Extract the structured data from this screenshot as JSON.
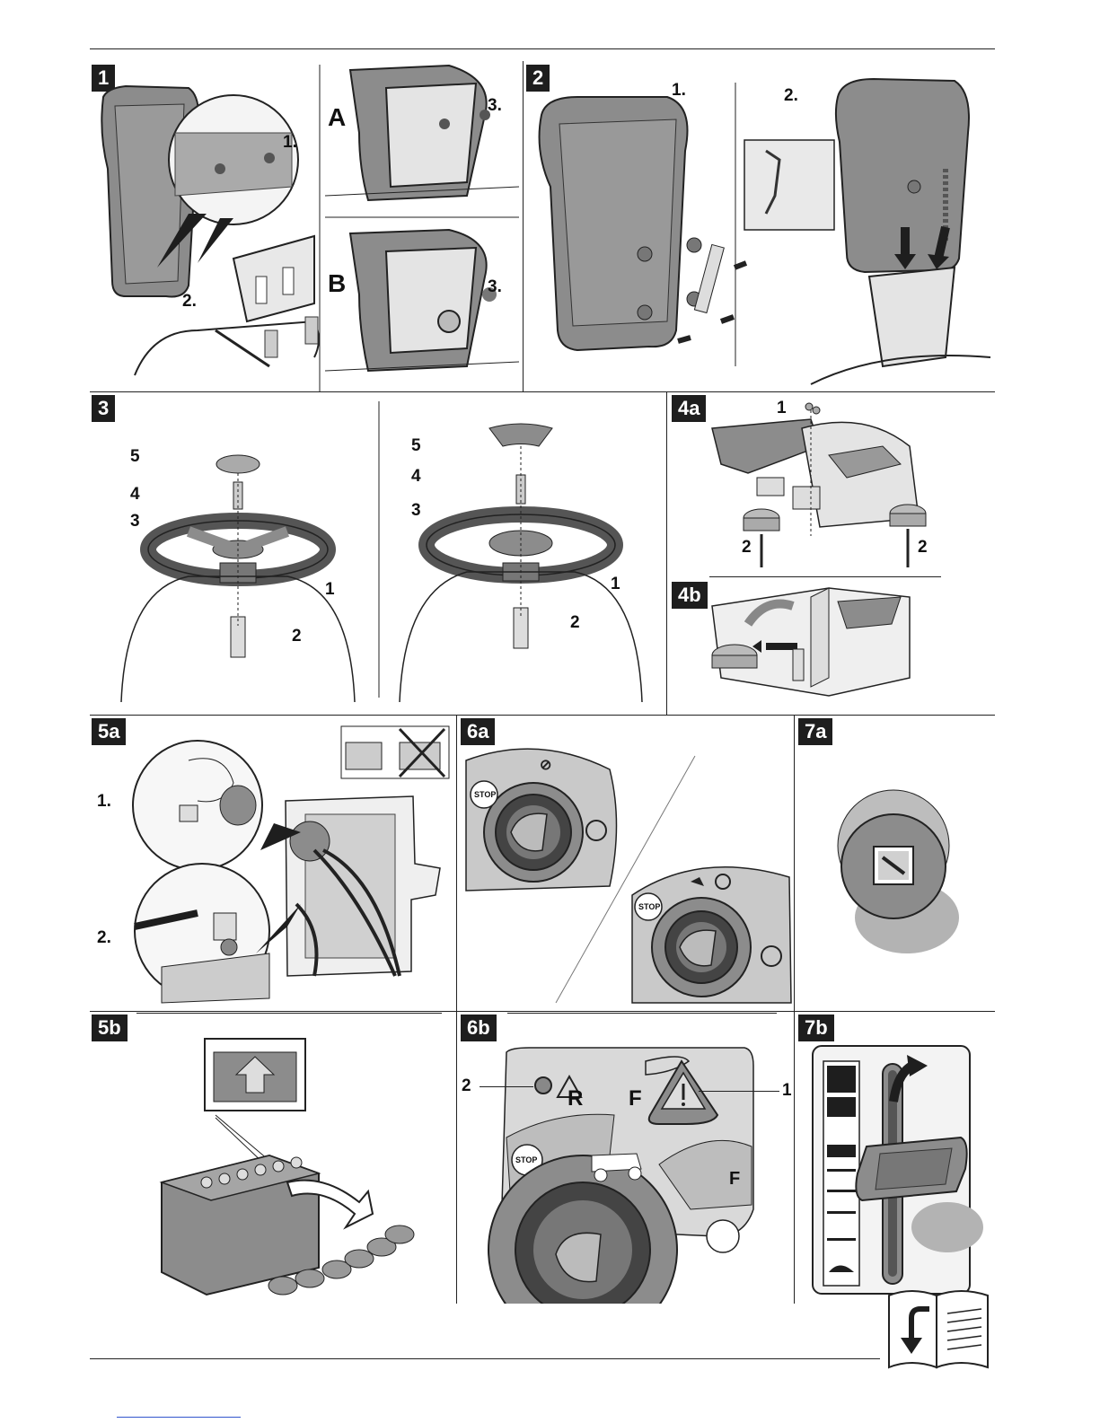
{
  "sections": {
    "s1": {
      "badge": "1",
      "callouts": {
        "c1": "1.",
        "c2": "2.",
        "c3a": "3.",
        "c3b": "3."
      },
      "variants": {
        "a": "A",
        "b": "B"
      }
    },
    "s2": {
      "badge": "2",
      "steps": {
        "c1": "1.",
        "c2": "2."
      }
    },
    "s3": {
      "badge": "3",
      "left": [
        "5",
        "4",
        "3",
        "1",
        "2"
      ],
      "right": [
        "5",
        "4",
        "3",
        "1",
        "2"
      ]
    },
    "s4a": {
      "badge": "4a",
      "callouts": {
        "c1": "1",
        "c2a": "2",
        "c2b": "2"
      }
    },
    "s4b": {
      "badge": "4b"
    },
    "s5a": {
      "badge": "5a",
      "steps": {
        "c1": "1.",
        "c2": "2."
      }
    },
    "s6a": {
      "badge": "6a",
      "icons": {
        "stop1": "STOP",
        "stop2": "STOP"
      }
    },
    "s7a": {
      "badge": "7a"
    },
    "s5b": {
      "badge": "5b"
    },
    "s6b": {
      "badge": "6b",
      "callouts": {
        "c1": "1",
        "c2": "2"
      },
      "panel_text": {
        "rf": "R",
        "rf2": "F",
        "rf3": "F",
        "stop": "STOP"
      }
    },
    "s7b": {
      "badge": "7b"
    }
  },
  "colors": {
    "dark": "#1e1e1e",
    "gray": "#8c8c8c",
    "light": "#d9d9d9",
    "mid": "#b3b3b3"
  }
}
